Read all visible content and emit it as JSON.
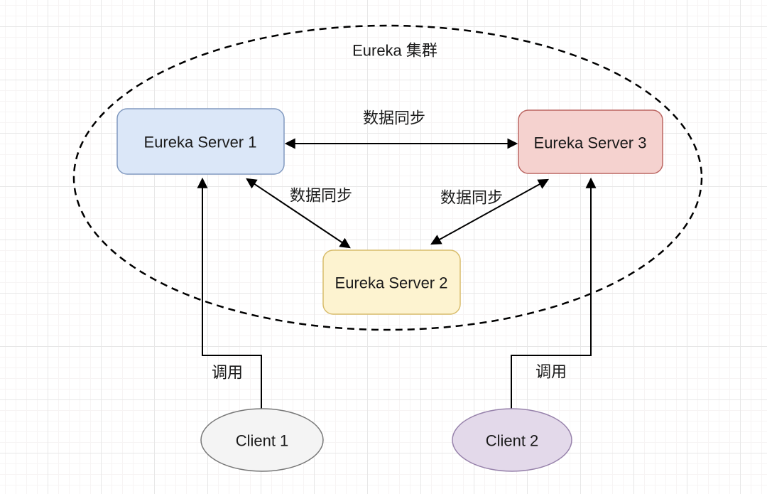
{
  "cluster": {
    "label": "Eureka 集群"
  },
  "nodes": {
    "server1": {
      "label": "Eureka Server 1",
      "fill": "#dbe7f8",
      "stroke": "#8199bf"
    },
    "server2": {
      "label": "Eureka Server 2",
      "fill": "#fdf3d0",
      "stroke": "#d8bc6b"
    },
    "server3": {
      "label": "Eureka Server 3",
      "fill": "#f5d2cf",
      "stroke": "#bb6662"
    },
    "client1": {
      "label": "Client 1",
      "fill": "#f4f4f4",
      "stroke": "#777777"
    },
    "client2": {
      "label": "Client 2",
      "fill": "#e3d9ea",
      "stroke": "#9782ab"
    }
  },
  "edges": {
    "sync_top": {
      "label": "数据同步"
    },
    "sync_left": {
      "label": "数据同步"
    },
    "sync_right": {
      "label": "数据同步"
    },
    "call_left": {
      "label": "调用"
    },
    "call_right": {
      "label": "调用"
    }
  }
}
